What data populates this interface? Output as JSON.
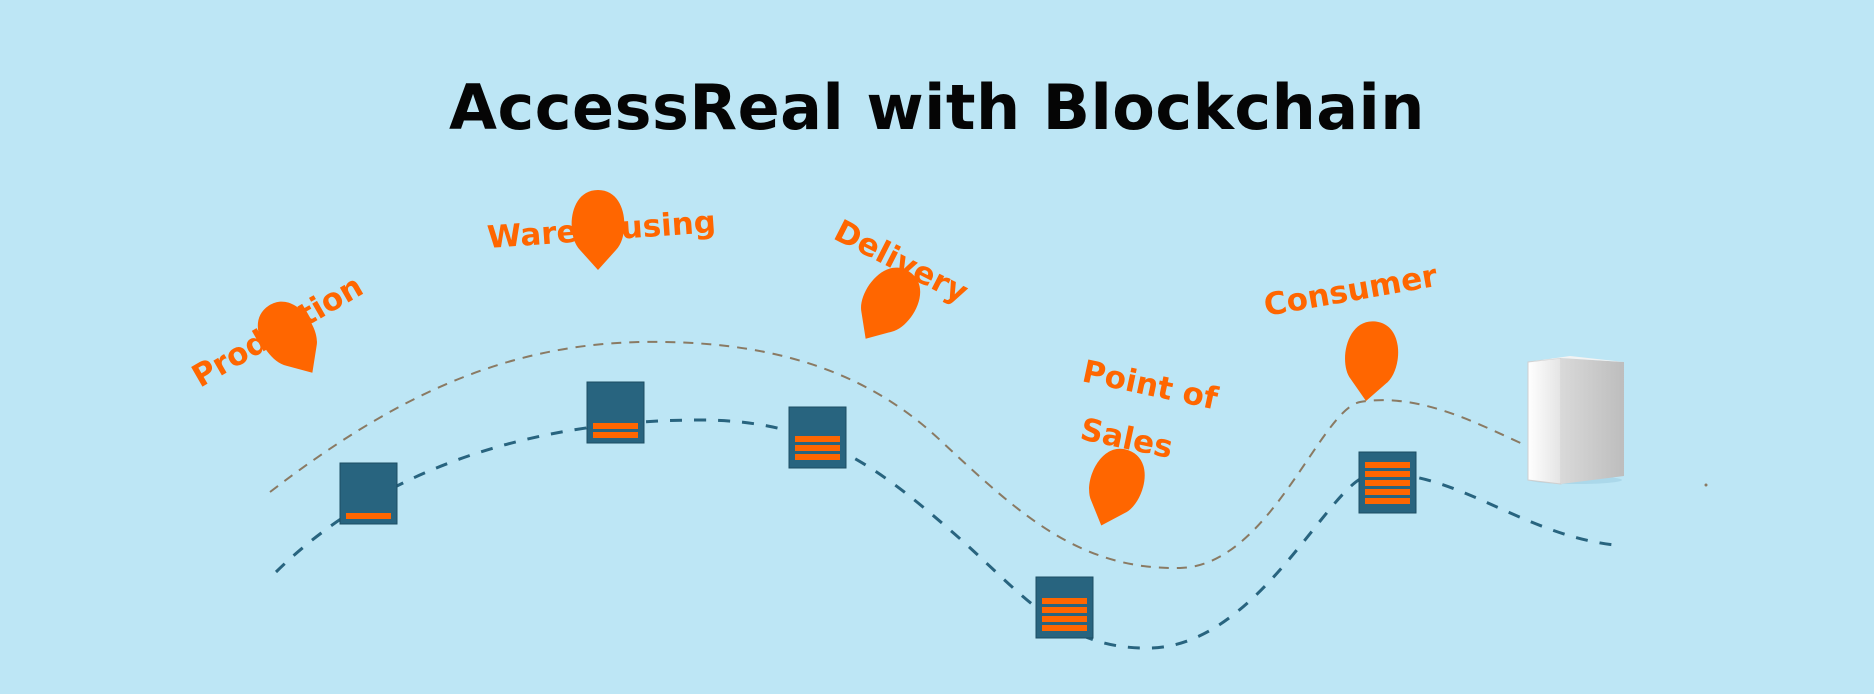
{
  "title": "AccessReal with Blockchain",
  "stages": [
    {
      "key": "production",
      "label": "Production",
      "blocks": 1
    },
    {
      "key": "warehousing",
      "label": "Warehousing",
      "blocks": 2
    },
    {
      "key": "delivery",
      "label": "Delivery",
      "blocks": 3
    },
    {
      "key": "point_of_sales",
      "label": "Point of Sales",
      "label_lines": [
        "Point of",
        "Sales"
      ],
      "blocks": 4
    },
    {
      "key": "consumer",
      "label": "Consumer",
      "blocks": 5
    }
  ],
  "colors": {
    "background": "#bde6f5",
    "accent": "#ff6600",
    "block": "#28647f",
    "product_path": "#8a7a63",
    "chain_path": "#28647f",
    "title": "#050505"
  },
  "icons": {
    "stage_marker": "map-pin-icon",
    "block": "blockchain-block-icon",
    "product": "product-box-icon"
  }
}
